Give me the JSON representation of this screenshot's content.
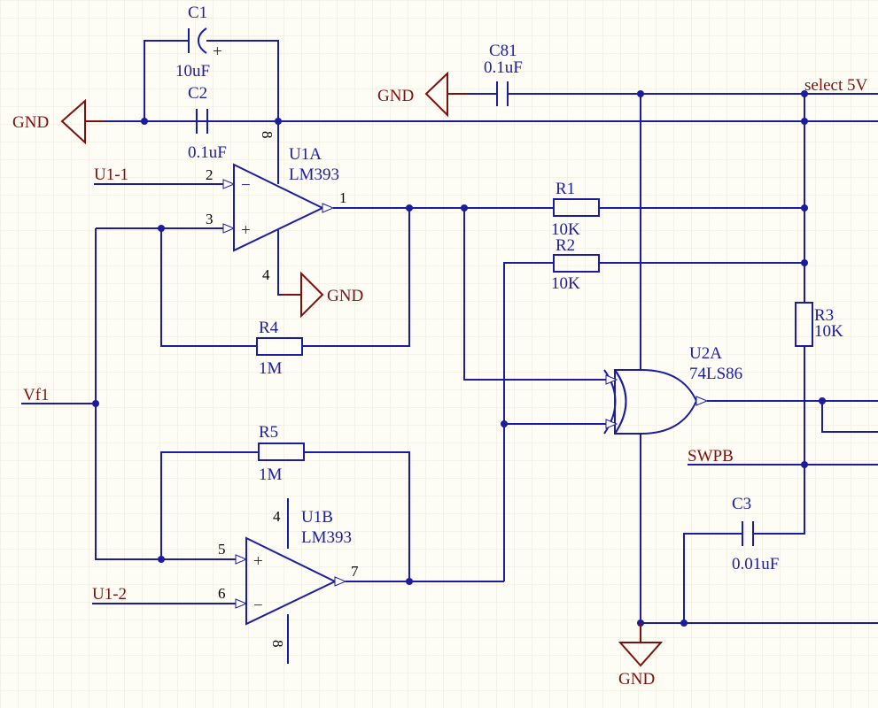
{
  "schematic": {
    "net_labels": {
      "gnd_left": "GND",
      "gnd_c81": "GND",
      "gnd_u1a": "GND",
      "gnd_bottom": "GND",
      "select_5v": "select 5V",
      "u1_1": "U1-1",
      "u1_2": "U1-2",
      "vf1": "Vf1",
      "swpb": "SWPB"
    },
    "components": {
      "c1": {
        "ref": "C1",
        "value": "10uF"
      },
      "c2": {
        "ref": "C2",
        "value": "0.1uF"
      },
      "c81": {
        "ref": "C81",
        "value": "0.1uF"
      },
      "c3": {
        "ref": "C3",
        "value": "0.01uF"
      },
      "r1": {
        "ref": "R1",
        "value": "10K"
      },
      "r2": {
        "ref": "R2",
        "value": "10K"
      },
      "r3": {
        "ref": "R3",
        "value": "10K"
      },
      "r4": {
        "ref": "R4",
        "value": "1M"
      },
      "r5": {
        "ref": "R5",
        "value": "1M"
      },
      "u1a": {
        "ref": "U1A",
        "value": "LM393"
      },
      "u1b": {
        "ref": "U1B",
        "value": "LM393"
      },
      "u2a": {
        "ref": "U2A",
        "value": "74LS86"
      }
    },
    "pins": {
      "u1a_p2": "2",
      "u1a_p3": "3",
      "u1a_p1": "1",
      "u1a_p4": "4",
      "u1a_p8": "8",
      "u1b_p5": "5",
      "u1b_p6": "6",
      "u1b_p7": "7",
      "u1b_p4": "4",
      "u1b_p8": "8"
    },
    "symbols": {
      "minus": "−",
      "plus": "+",
      "cap_plus": "+"
    }
  }
}
